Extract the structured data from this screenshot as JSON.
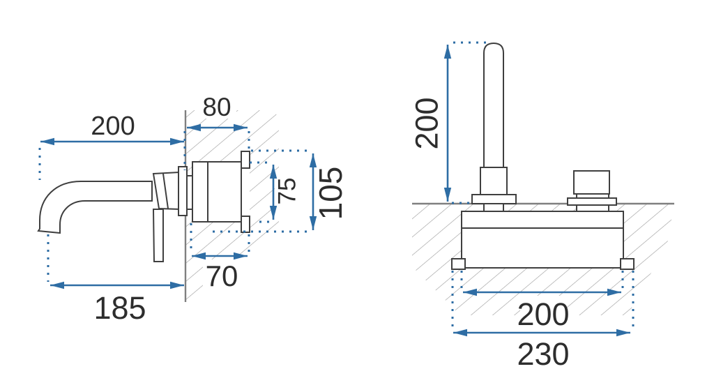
{
  "drawing": {
    "description": "Faucet installation dimension drawing, two orthographic views",
    "colors": {
      "dimension_blue": "#2e6da4",
      "outline_dark": "#3f3f3f",
      "surface_gray": "#7f7f7f",
      "hatch_gray": "#9c9c9c",
      "background": "#ffffff",
      "text": "#2d2d2d"
    }
  },
  "views": {
    "wall_mounted": {
      "name": "wall-mounted mixer side view",
      "dims": {
        "spout_reach": "200",
        "wall_depth": "80",
        "valve_body_height": "75",
        "overall_height": "105",
        "valve_body_depth": "70",
        "outlet_reach": "185"
      }
    },
    "deck_mounted": {
      "name": "deck-mounted mixer front view",
      "dims": {
        "spout_height": "200",
        "body_span": "200",
        "overall_span": "230"
      }
    }
  }
}
